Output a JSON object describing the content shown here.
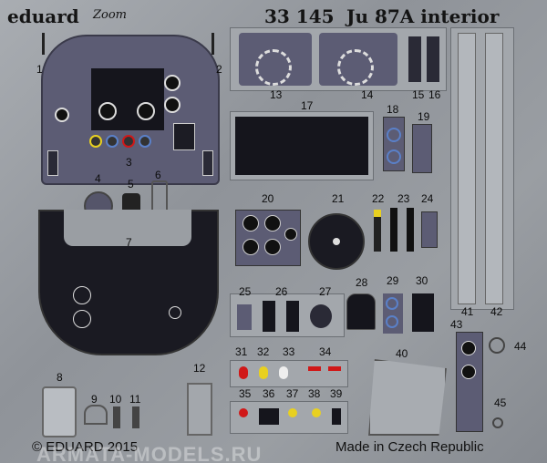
{
  "header": {
    "brand": "eduard",
    "zoom_logo": "Zoom",
    "set_number": "33 145",
    "set_title": "Ju 87A interior"
  },
  "footer": {
    "copyright": "© EDUARD 2015",
    "origin": "Made in Czech Republic",
    "watermark": "ARMATA-MODELS.RU"
  },
  "colors": {
    "fret": "#9a9ea3",
    "panel": "#5a5a70",
    "panel_dark": "#1c1c24",
    "accent_yellow": "#e8d020",
    "accent_red": "#d01818",
    "accent_blue": "#5a80c8"
  },
  "part_numbers": {
    "p1": "1",
    "p2": "2",
    "p3": "3",
    "p4": "4",
    "p5": "5",
    "p6": "6",
    "p7": "7",
    "p8": "8",
    "p9": "9",
    "p10": "10",
    "p11": "11",
    "p12": "12",
    "p13": "13",
    "p14": "14",
    "p15": "15",
    "p16": "16",
    "p17": "17",
    "p18": "18",
    "p19": "19",
    "p20": "20",
    "p21": "21",
    "p22": "22",
    "p23": "23",
    "p24": "24",
    "p25": "25",
    "p26": "26",
    "p27": "27",
    "p28": "28",
    "p29": "29",
    "p30": "30",
    "p31": "31",
    "p32": "32",
    "p33": "33",
    "p34": "34",
    "p35": "35",
    "p36": "36",
    "p37": "37",
    "p38": "38",
    "p39": "39",
    "p40": "40",
    "p41": "41",
    "p42": "42",
    "p43": "43",
    "p44": "44",
    "p45": "45"
  }
}
